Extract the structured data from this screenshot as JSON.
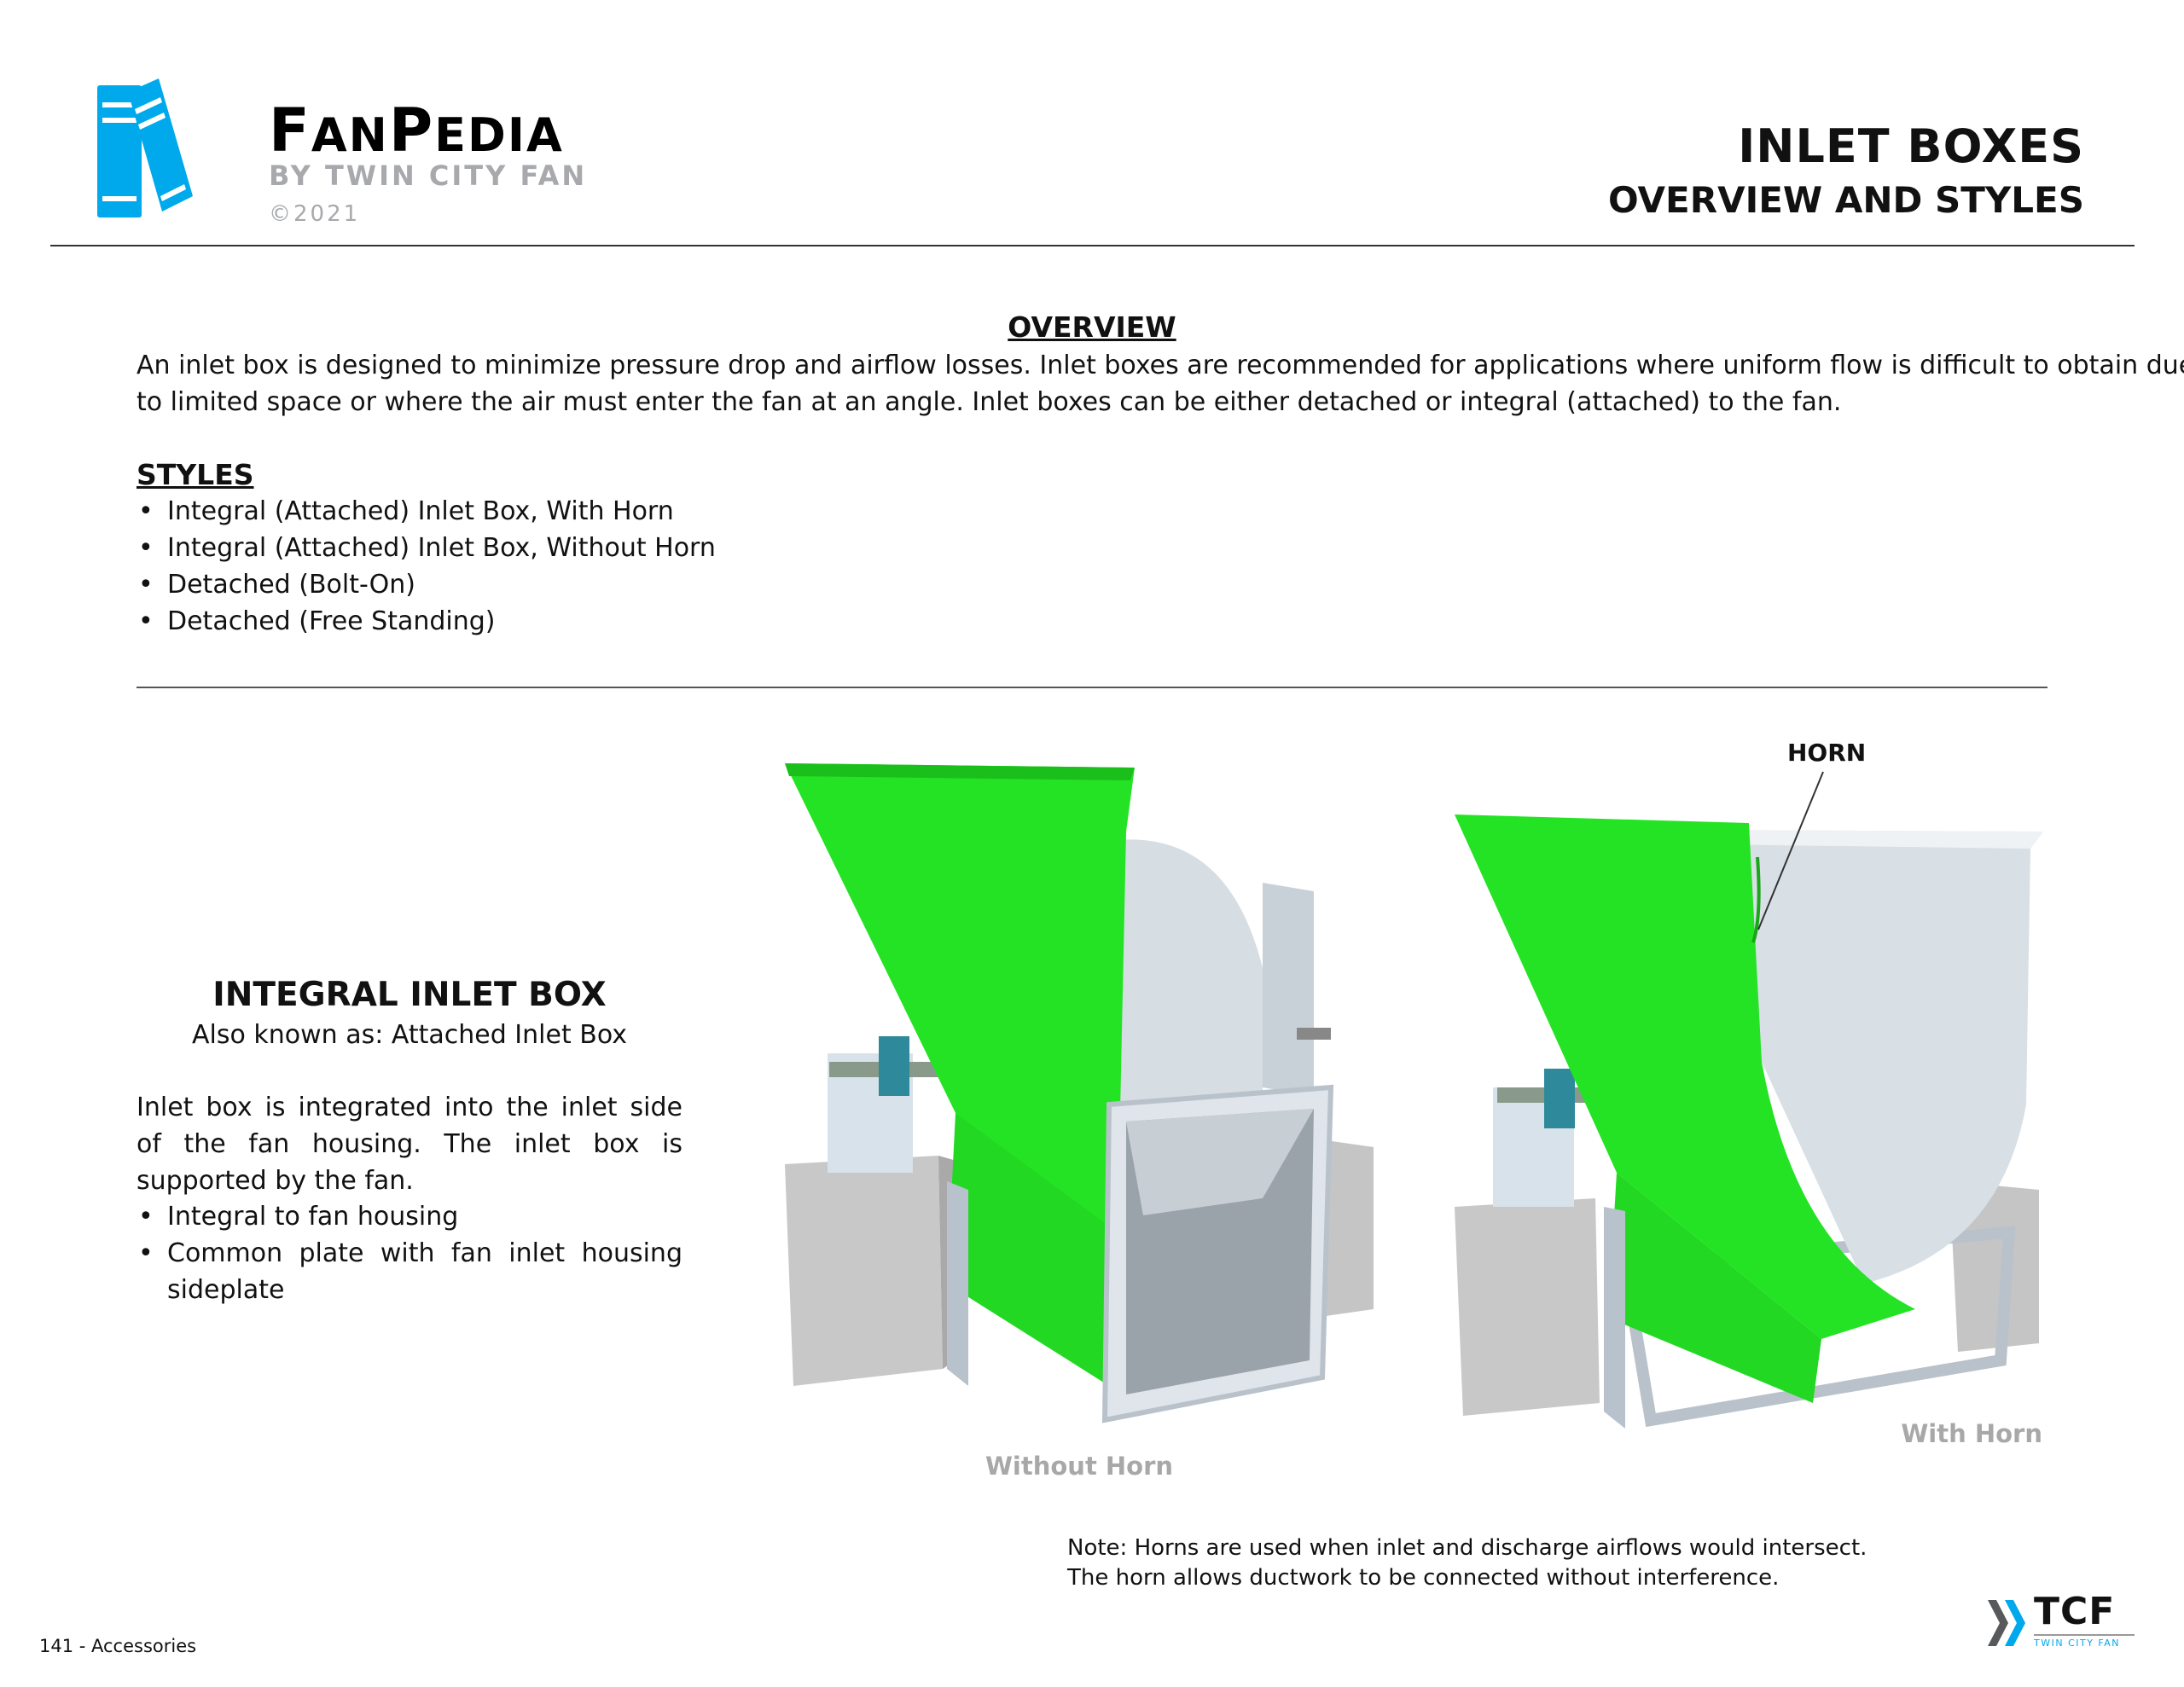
{
  "logo": {
    "brand": "FanPedia",
    "brand_first": "F",
    "brand_a": "AN",
    "brand_p": "P",
    "brand_b": "EDIA",
    "sub": "by Twin City Fan",
    "copyright": "©2021",
    "color": "#00a9ec"
  },
  "header": {
    "title": "INLET BOXES",
    "subtitle": "OVERVIEW AND STYLES"
  },
  "overview": {
    "heading": "OVERVIEW",
    "line1": "An inlet box is designed to minimize pressure drop and airflow losses. Inlet boxes are recommended for applications where uniform flow is difficult to obtain due",
    "line2": "to limited space or where the air must enter the fan at an angle. Inlet boxes can be either detached or integral (attached) to the fan."
  },
  "styles": {
    "heading": "STYLES",
    "items": [
      "Integral (Attached) Inlet Box, With Horn",
      "Integral (Attached) Inlet Box, Without Horn",
      "Detached (Bolt-On)",
      "Detached (Free Standing)"
    ]
  },
  "integral": {
    "heading": "INTEGRAL INLET BOX",
    "aka": "Also known as: Attached Inlet Box",
    "desc": "Inlet box is integrated into the inlet side of the fan housing. The inlet box is supported by the fan.",
    "items": [
      "Integral to fan housing",
      "Common plate with fan inlet housing sideplate"
    ]
  },
  "figures": {
    "horn_label": "HORN",
    "without": "Without Horn",
    "with": "With Horn",
    "green": "#22e622"
  },
  "note": {
    "line1": "Note: Horns are used when inlet and discharge airflows would intersect.",
    "line2": "The horn allows ductwork to be connected without interference."
  },
  "footer": {
    "page": "141 - Accessories",
    "tcf": "TCF",
    "tcf_sub": "Twin City Fan"
  }
}
